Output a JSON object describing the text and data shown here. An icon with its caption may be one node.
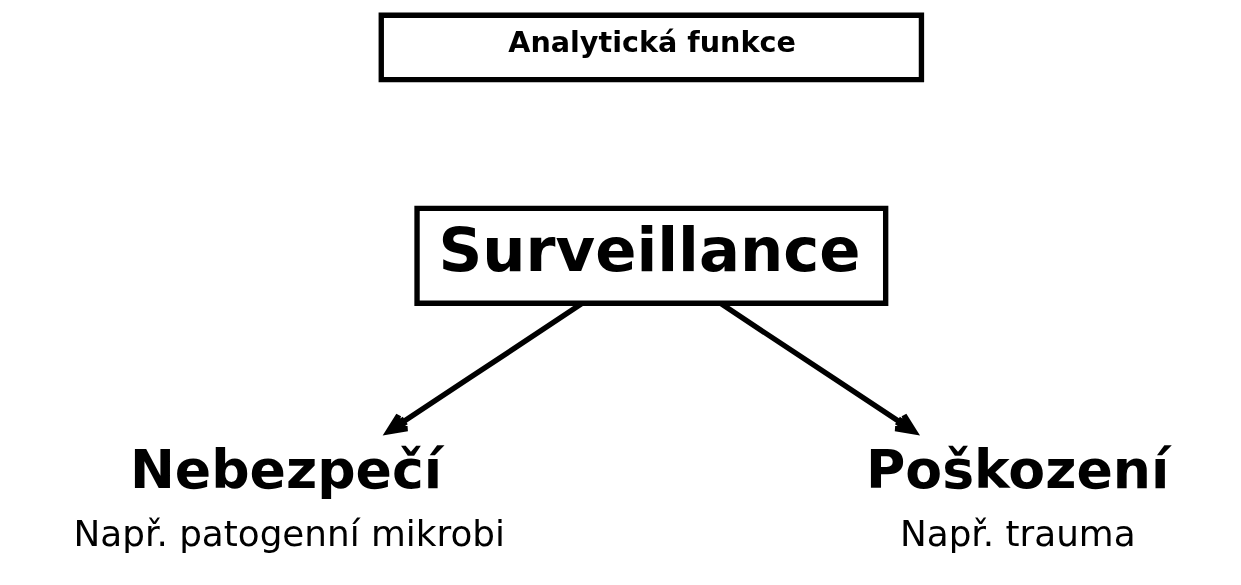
{
  "diagram": {
    "nodes": [
      {
        "text": [
          "Analytická funkce"
        ]
      },
      {
        "text": [
          "Surveillance"
        ]
      },
      {
        "text": [
          "Nebezpečí",
          "Např. patogenní mikrobi"
        ]
      },
      {
        "text": [
          "Poškození",
          "Např. trauma"
        ]
      }
    ],
    "edges": [
      {
        "from": 1,
        "to": 2,
        "arrow": "to"
      },
      {
        "from": 1,
        "to": 3,
        "arrow": "to"
      }
    ]
  }
}
